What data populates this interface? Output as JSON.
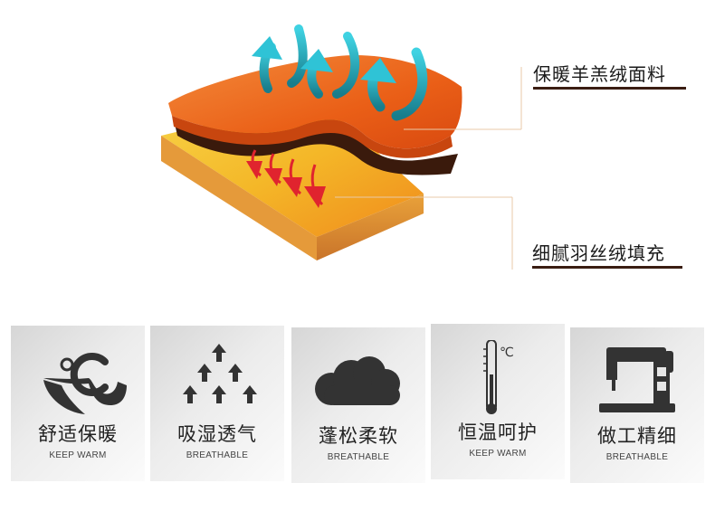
{
  "callouts": [
    {
      "label": "保暖羊羔绒面料"
    },
    {
      "label": "细腻羽丝绒填充"
    }
  ],
  "features": [
    {
      "title": "舒适保暖",
      "subtitle": "KEEP WARM",
      "icon": "thermometer-celsius-icon"
    },
    {
      "title": "吸湿透气",
      "subtitle": "BREATHABLE",
      "icon": "upward-arrows-icon"
    },
    {
      "title": "蓬松柔软",
      "subtitle": "BREATHABLE",
      "icon": "cloud-icon"
    },
    {
      "title": "恒温呵护",
      "subtitle": "KEEP WARM",
      "icon": "thermometer-icon"
    },
    {
      "title": "做工精细",
      "subtitle": "BREATHABLE",
      "icon": "sewing-machine-icon"
    }
  ],
  "thermo_unit": "℃",
  "colors": {
    "fabric": "#ee6a1e",
    "filling": "#f5c02a",
    "arrow_teal": "#2db6c9",
    "arrow_red": "#e0242e",
    "underline": "#3a1d12",
    "icon": "#333333"
  }
}
